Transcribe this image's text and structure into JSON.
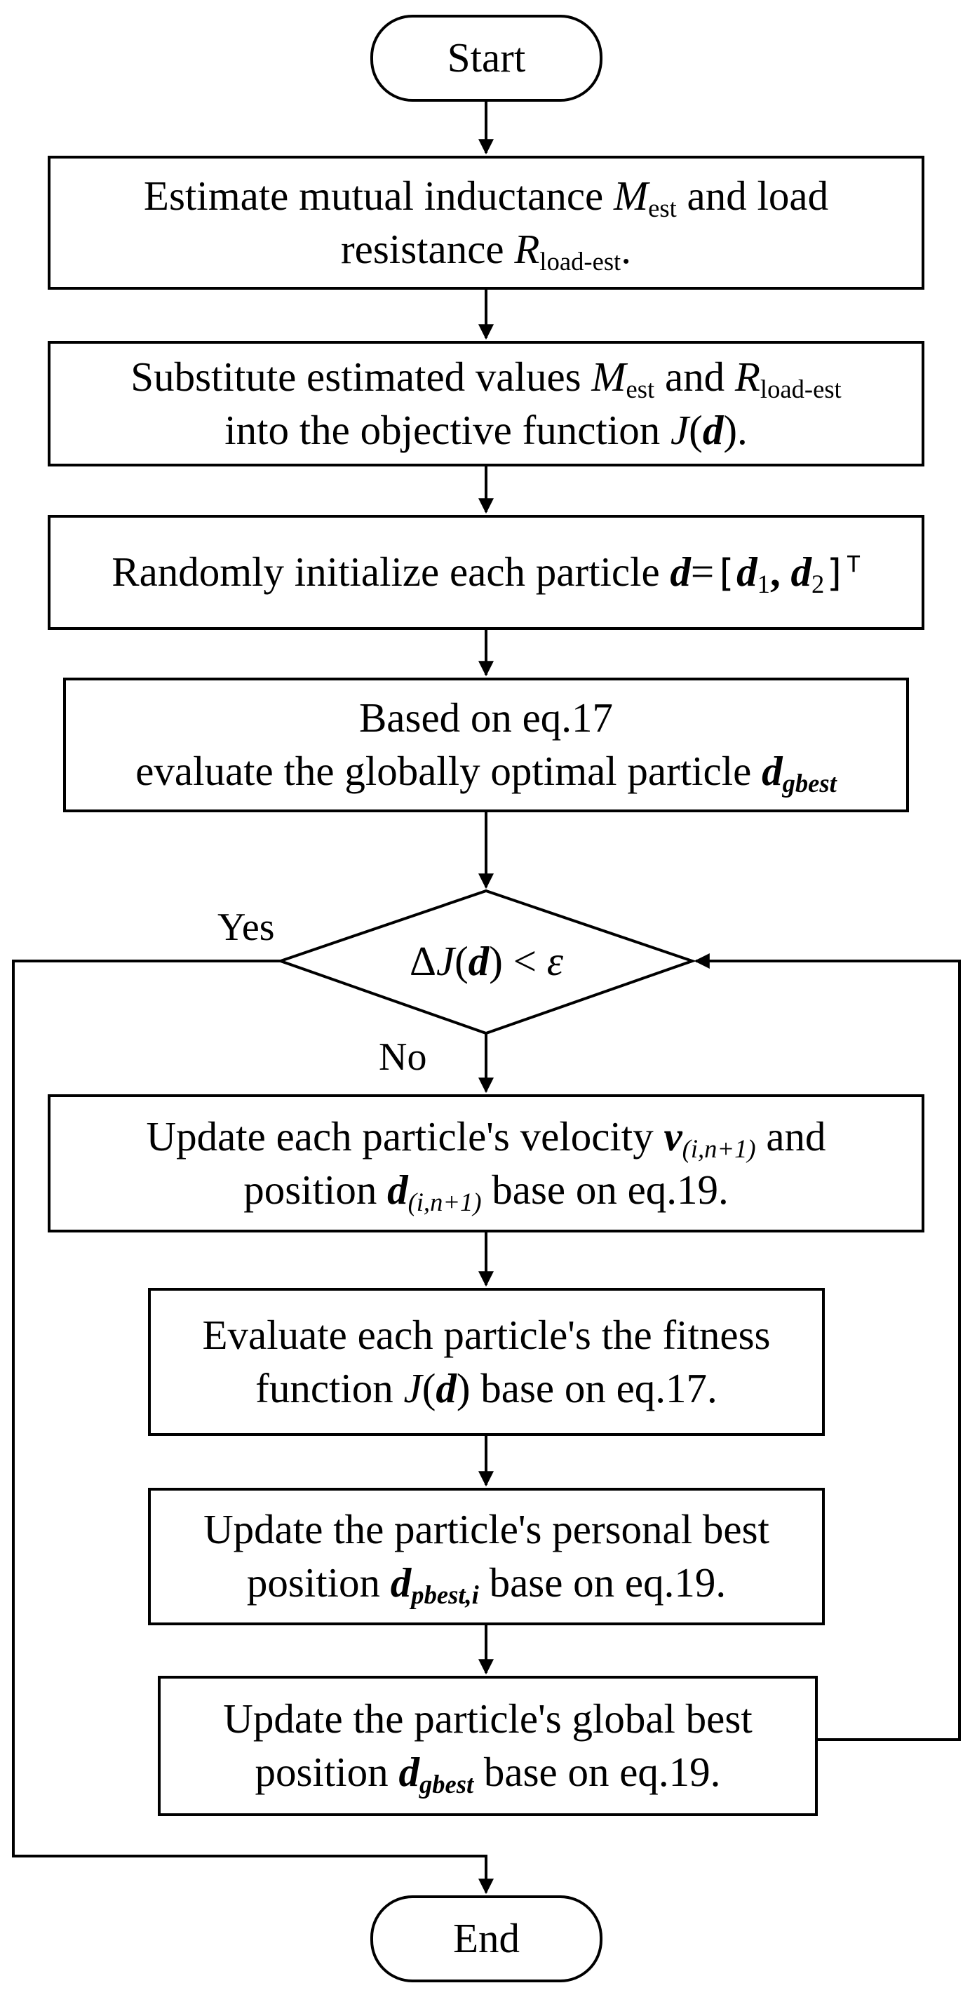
{
  "nodes": {
    "start": {
      "label": "Start"
    },
    "estimate": {
      "line1_text": "Estimate mutual inductance ",
      "line1_var": "M",
      "line1_sub": "est",
      "line1_after": " and load",
      "line2_text": "resistance ",
      "line2_var": "R",
      "line2_sub": "load-est",
      "line2_after": "."
    },
    "substitute": {
      "line1_text": "Substitute estimated values ",
      "line1_var1": "M",
      "line1_sub1": "est",
      "line1_mid": " and ",
      "line1_var2": "R",
      "line1_sub2": "load-est",
      "line2_text": "into the objective function ",
      "line2_func": "J",
      "line2_open": "(",
      "line2_arg": "d",
      "line2_close": ")."
    },
    "initialize": {
      "text": "Randomly initialize each particle ",
      "var": "d",
      "eq": "=",
      "bracket_open": "[",
      "d1": "d",
      "d1_sub": "1",
      "comma": ", ",
      "d2": "d",
      "d2_sub": "2",
      "bracket_close": "]",
      "sup": "T"
    },
    "evaluate_global": {
      "line1": "Based on eq.17",
      "line2_text": "evaluate the globally optimal particle ",
      "line2_var": "d",
      "line2_sub": "gbest"
    },
    "decision": {
      "delta": "Δ",
      "func": "J",
      "open": "(",
      "arg": "d",
      "close": ")",
      "op": " < ",
      "eps": "ε"
    },
    "update_velocity": {
      "line1_text": "Update each particle's velocity ",
      "line1_var": "v",
      "line1_sub": "(i,n+1)",
      "line1_after": " and",
      "line2_text": "position ",
      "line2_var": "d",
      "line2_sub": "(i,n+1)",
      "line2_after": " base on eq.19."
    },
    "evaluate_fitness": {
      "line1": "Evaluate each particle's the fitness",
      "line2_text": "function ",
      "line2_func": "J",
      "line2_open": "(",
      "line2_arg": "d",
      "line2_after": ") base on eq.17."
    },
    "update_personal": {
      "line1": "Update the particle's personal best",
      "line2_text": "position ",
      "line2_var": "d",
      "line2_sub": "pbest,i",
      "line2_after": " base on eq.19."
    },
    "update_global": {
      "line1": "Update the particle's global best",
      "line2_text": "position ",
      "line2_var": "d",
      "line2_sub": "gbest",
      "line2_after": " base on eq.19."
    },
    "end": {
      "label": "End"
    }
  },
  "edge_labels": {
    "yes": "Yes",
    "no": "No"
  }
}
